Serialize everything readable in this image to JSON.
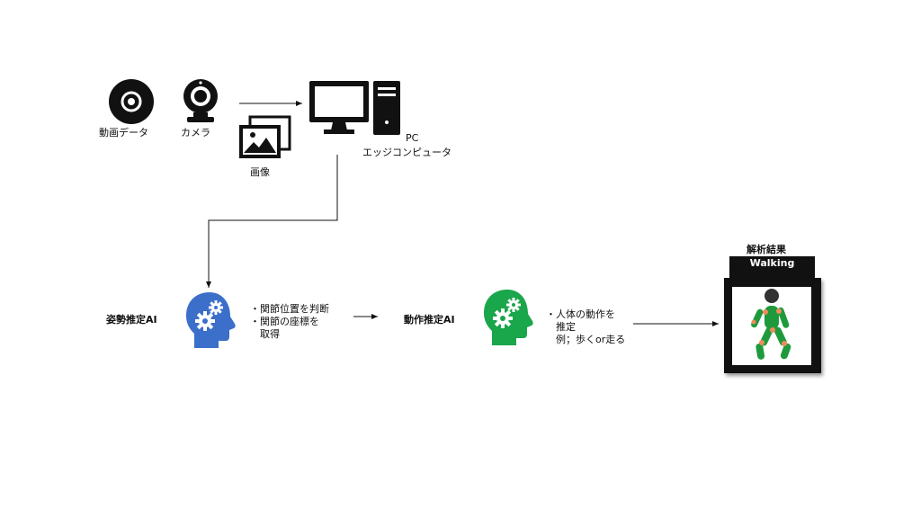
{
  "inputs": {
    "video_label": "動画データ",
    "camera_label": "カメラ",
    "image_label": "画像"
  },
  "pc": {
    "line1": "PC",
    "line2": "エッジコンピュータ"
  },
  "pose_ai": {
    "title": "姿勢推定AI",
    "color": "#3b6fc9",
    "desc": [
      "・関節位置を判断",
      "・関節の座標を",
      "　取得"
    ]
  },
  "action_ai": {
    "title": "動作推定AI",
    "color": "#1aa64a",
    "desc": [
      "・人体の動作を",
      "　推定",
      "　例；歩くor走る"
    ]
  },
  "result": {
    "title": "解析結果",
    "badge": "Walking",
    "figure_color": "#1e9a3c",
    "joint_color": "#f08a5d"
  },
  "icons": [
    "disc-icon",
    "webcam-icon",
    "images-icon",
    "desktop-pc-icon",
    "ai-head-gears-icon",
    "walking-figure-icon"
  ]
}
